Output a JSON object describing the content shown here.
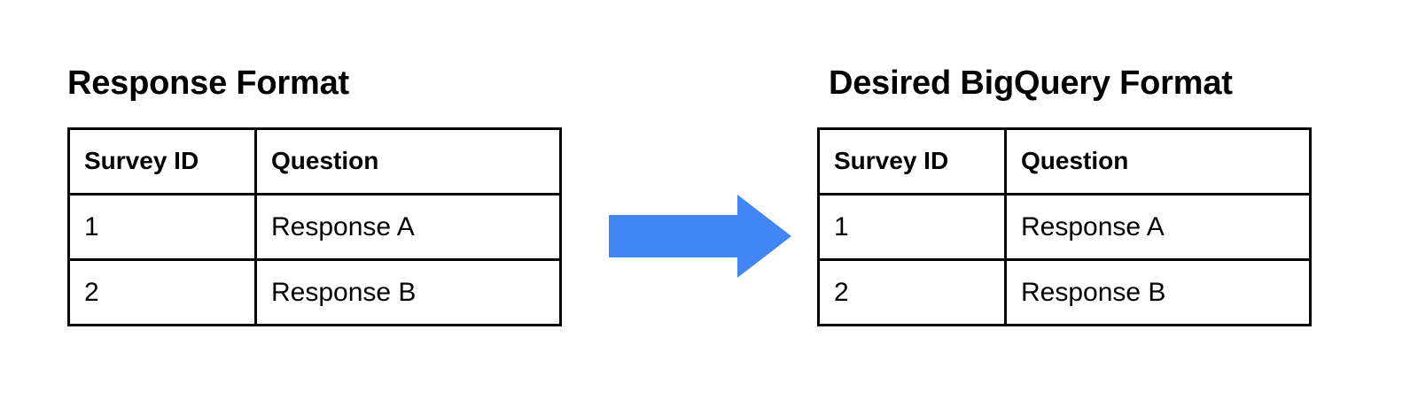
{
  "diagram": {
    "background_color": "#ffffff",
    "arrow": {
      "icon_name": "right-block-arrow-icon",
      "direction": "right",
      "color": "#4285f4",
      "label": ""
    }
  },
  "panels": [
    {
      "id": "response-format",
      "title": "Response Format",
      "table": {
        "columns": [
          "Survey ID",
          "Question"
        ],
        "rows": [
          [
            "1",
            "Response A"
          ],
          [
            "2",
            "Response B"
          ]
        ]
      }
    },
    {
      "id": "desired-bigquery-format",
      "title": "Desired BigQuery Format",
      "table": {
        "columns": [
          "Survey ID",
          "Question"
        ],
        "rows": [
          [
            "1",
            "Response A"
          ],
          [
            "2",
            "Response B"
          ]
        ]
      }
    }
  ]
}
